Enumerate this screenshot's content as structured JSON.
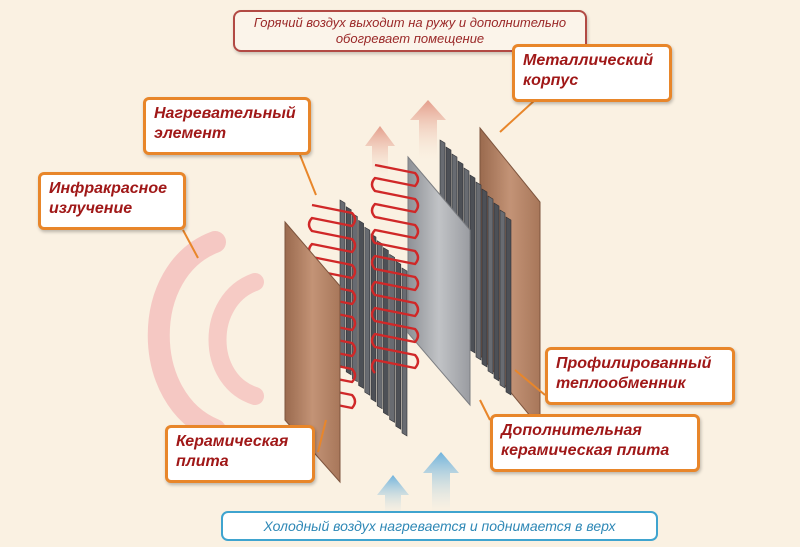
{
  "top_note": {
    "line1": "Горячий воздух выходит на ружу и дополнительно",
    "line2": "обогревает помещение"
  },
  "bottom_note": "Холодный воздух нагревается и поднимается в верх",
  "labels": {
    "metal_case": [
      "Металлический",
      "корпус"
    ],
    "heating_element": [
      "Нагревательный",
      "элемент"
    ],
    "infrared": [
      "Инфракрасное",
      "излучение"
    ],
    "profiled_exchanger": [
      "Профилированный",
      "теплообменник"
    ],
    "extra_ceramic": [
      "Дополнительная",
      "керамическая плита"
    ],
    "ceramic_plate": [
      "Керамическая",
      "плита"
    ]
  },
  "colors": {
    "background": "#faf1e2",
    "callout_border": "#e8862a",
    "callout_text": "#a01818",
    "ceramic_plate": "#b27e5f",
    "heating_coil": "#d02828",
    "radiator_fin": "#5a5d63",
    "glass_plate": "#a7a9ad",
    "hot_arrow": "#e2a08f",
    "cold_arrow": "#8fc4e3",
    "infrared_wave": "#f1a6a6"
  },
  "icons": [
    "hot-air-arrow-icon",
    "cold-air-arrow-icon",
    "infrared-wave-icon"
  ]
}
